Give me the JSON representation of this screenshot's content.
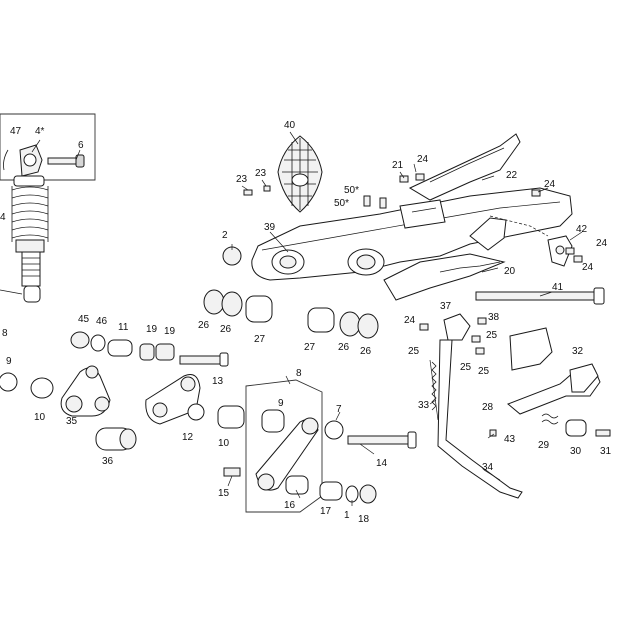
{
  "labels": {
    "l1": "1",
    "l2": "2",
    "l4": "4",
    "l4s": "4*",
    "l6": "6",
    "l7": "7",
    "l8a": "8",
    "l8b": "8",
    "l9a": "9",
    "l9b": "9",
    "l10a": "10",
    "l10b": "10",
    "l11": "11",
    "l12": "12",
    "l13": "13",
    "l14": "14",
    "l15": "15",
    "l16": "16",
    "l17": "17",
    "l18": "18",
    "l19a": "19",
    "l19b": "19",
    "l20": "20",
    "l21": "21",
    "l22": "22",
    "l23a": "23",
    "l23b": "23",
    "l24a": "24",
    "l24b": "24",
    "l24c": "24",
    "l24d": "24",
    "l24e": "24",
    "l25a": "25",
    "l25b": "25",
    "l25c": "25",
    "l25d": "25",
    "l26a": "26",
    "l26b": "26",
    "l26c": "26",
    "l26d": "26",
    "l27a": "27",
    "l27b": "27",
    "l28": "28",
    "l29": "29",
    "l30": "30",
    "l31": "31",
    "l32": "32",
    "l33": "33",
    "l34": "34",
    "l35": "35",
    "l36": "36",
    "l37": "37",
    "l38": "38",
    "l39": "39",
    "l40": "40",
    "l41": "41",
    "l42": "42",
    "l43": "43",
    "l45": "45",
    "l46": "46",
    "l47": "47",
    "l50a": "50*",
    "l50b": "50*"
  }
}
